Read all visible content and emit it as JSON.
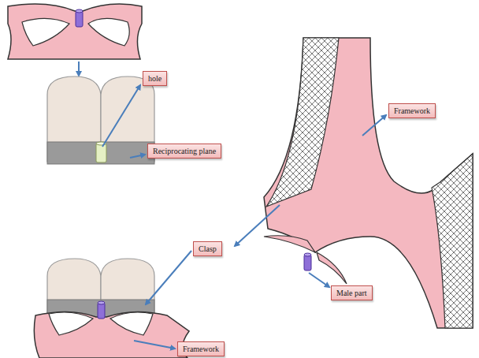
{
  "diagram": {
    "nodes": [
      {
        "text": [
          "hole"
        ]
      },
      {
        "text": [
          "Framework"
        ]
      },
      {
        "text": [
          "Reciprocating plane"
        ]
      },
      {
        "text": [
          "Clasp"
        ]
      },
      {
        "text": [
          "Male part"
        ]
      },
      {
        "text": [
          "Framework"
        ]
      }
    ]
  }
}
